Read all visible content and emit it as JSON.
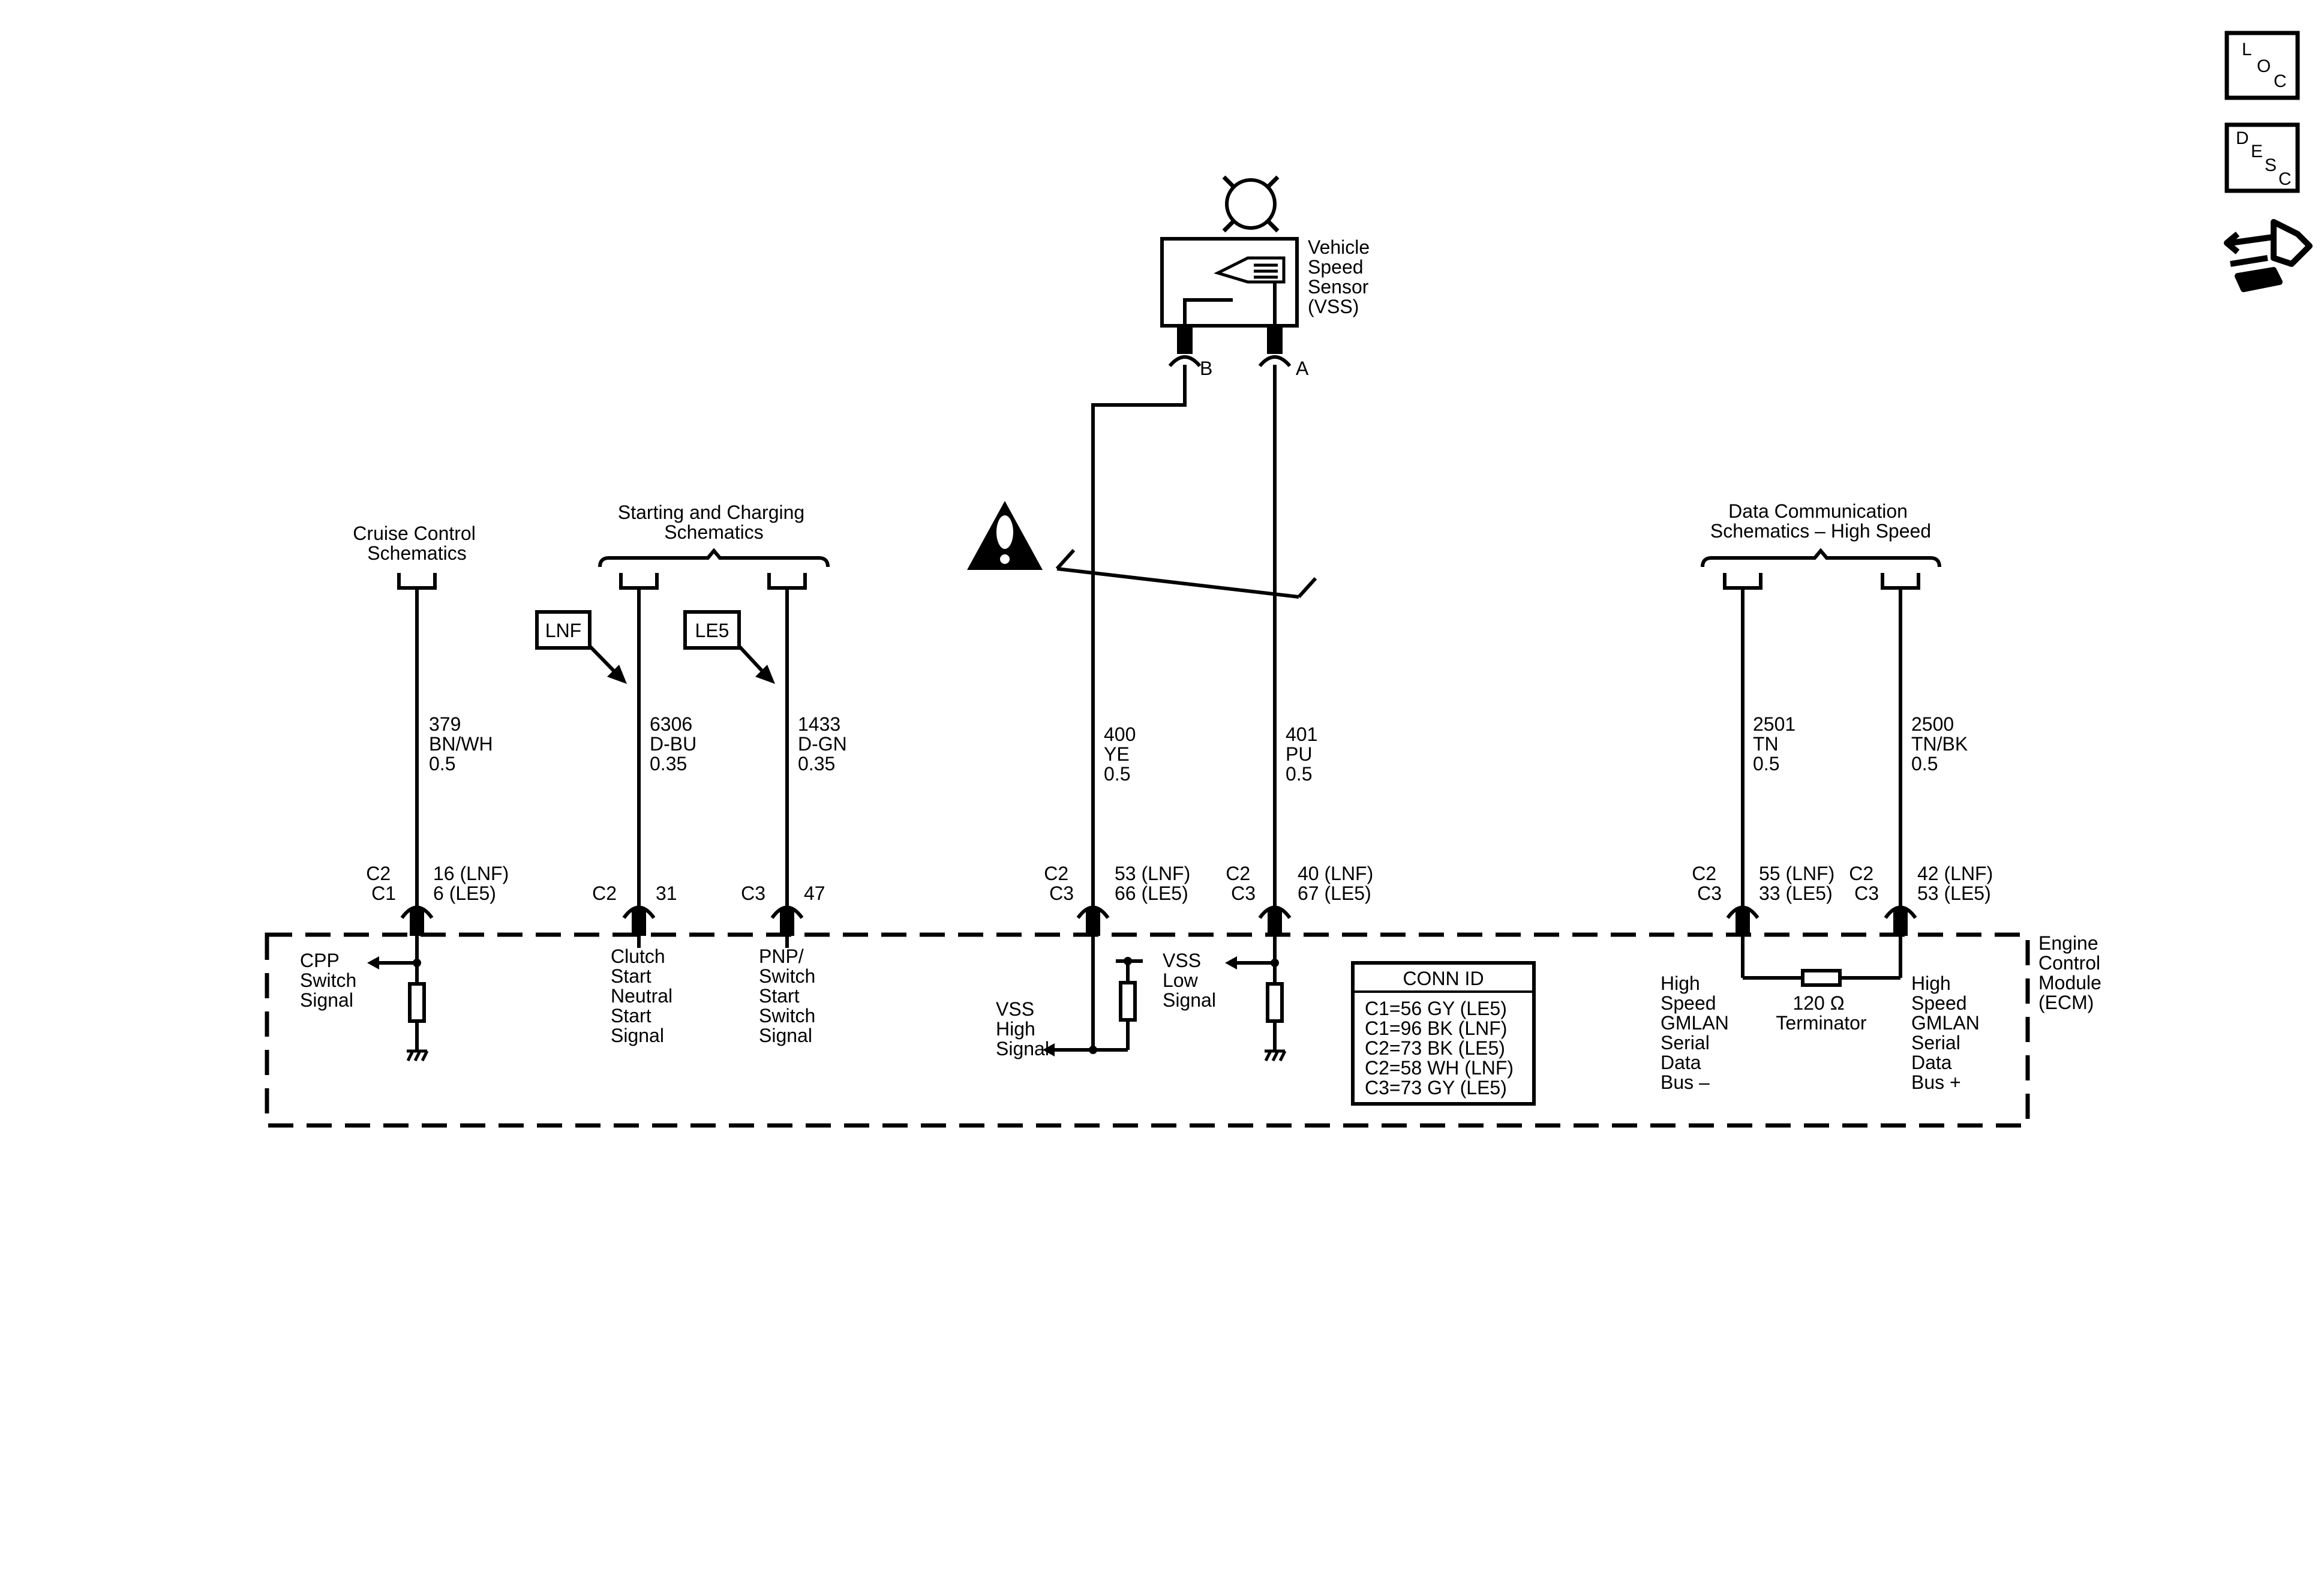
{
  "side_icons": {
    "loc": [
      "L",
      "O",
      "C"
    ],
    "desc": [
      "D",
      "E",
      "S",
      "C"
    ]
  },
  "vss": {
    "name": [
      "Vehicle",
      "Speed",
      "Sensor",
      "(VSS)"
    ],
    "pin_b": "B",
    "pin_a": "A"
  },
  "groups": {
    "cruise": [
      "Cruise Control",
      "Schematics"
    ],
    "starting": [
      "Starting and Charging",
      "Schematics"
    ],
    "datacomm": [
      "Data Communication",
      "Schematics – High Speed"
    ]
  },
  "options": {
    "lnf": "LNF",
    "le5": "LE5"
  },
  "wires": {
    "w379": [
      "379",
      "BN/WH",
      "0.5"
    ],
    "w6306": [
      "6306",
      "D-BU",
      "0.35"
    ],
    "w1433": [
      "1433",
      "D-GN",
      "0.35"
    ],
    "w400": [
      "400",
      "YE",
      "0.5"
    ],
    "w401": [
      "401",
      "PU",
      "0.5"
    ],
    "w2501": [
      "2501",
      "TN",
      "0.5"
    ],
    "w2500": [
      "2500",
      "TN/BK",
      "0.5"
    ]
  },
  "pins": {
    "cpp": {
      "conn": [
        "C2",
        "C1"
      ],
      "pin": [
        "16 (LNF)",
        "6 (LE5)"
      ]
    },
    "clutch": {
      "conn": [
        "C2"
      ],
      "pin": [
        "31"
      ]
    },
    "pnp": {
      "conn": [
        "C3"
      ],
      "pin": [
        "47"
      ]
    },
    "vss_high": {
      "conn": [
        "C2",
        "C3"
      ],
      "pin": [
        "53 (LNF)",
        "66 (LE5)"
      ]
    },
    "vss_low": {
      "conn": [
        "C2",
        "C3"
      ],
      "pin": [
        "40 (LNF)",
        "67 (LE5)"
      ]
    },
    "bus_minus": {
      "conn": [
        "C2",
        "C3"
      ],
      "pin": [
        "55 (LNF)",
        "33 (LE5)"
      ]
    },
    "bus_plus": {
      "conn": [
        "C2",
        "C3"
      ],
      "pin": [
        "42 (LNF)",
        "53 (LE5)"
      ]
    }
  },
  "signals": {
    "cpp": [
      "CPP",
      "Switch",
      "Signal"
    ],
    "clutch": [
      "Clutch",
      "Start",
      "Neutral",
      "Start",
      "Signal"
    ],
    "pnp": [
      "PNP/",
      "Switch",
      "Start",
      "Switch",
      "Signal"
    ],
    "vss_high": [
      "VSS",
      "High",
      "Signal"
    ],
    "vss_low": [
      "VSS",
      "Low",
      "Signal"
    ],
    "bus_minus": [
      "High",
      "Speed",
      "GMLAN",
      "Serial",
      "Data",
      "Bus –"
    ],
    "bus_plus": [
      "High",
      "Speed",
      "GMLAN",
      "Serial",
      "Data",
      "Bus +"
    ],
    "terminator": [
      "120 Ω",
      "Terminator"
    ]
  },
  "conn_id": {
    "title": "CONN ID",
    "rows": [
      "C1=56 GY (LE5)",
      "C1=96 BK (LNF)",
      "C2=73 BK (LE5)",
      "C2=58 WH (LNF)",
      "C3=73 GY (LE5)"
    ]
  },
  "ecm": [
    "Engine",
    "Control",
    "Module",
    "(ECM)"
  ]
}
